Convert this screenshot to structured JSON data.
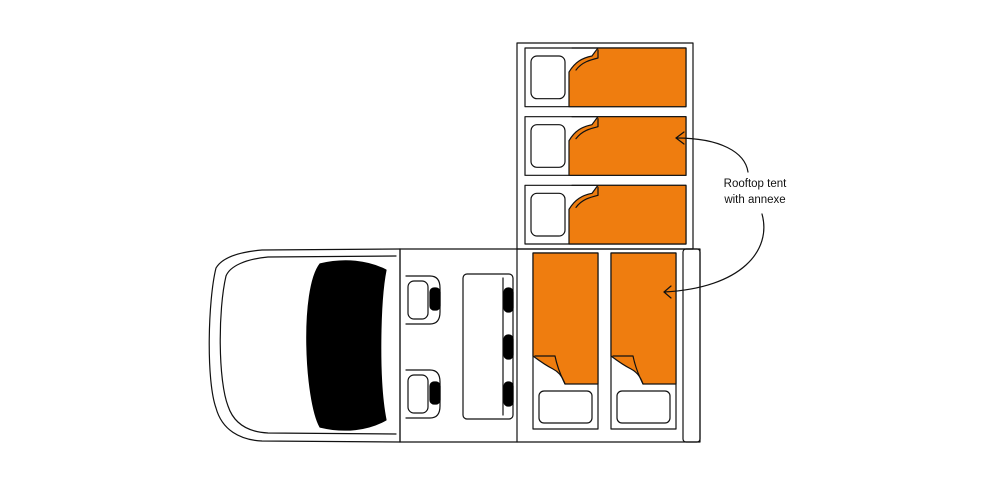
{
  "annotation": {
    "line1": "Rooftop tent",
    "line2": "with annexe"
  },
  "colors": {
    "mattress": "#ef7d0f",
    "outline": "#111111",
    "windshield": "#000000",
    "background": "#ffffff"
  },
  "layout": {
    "tent_beds": 3,
    "interior_beds": 2
  }
}
